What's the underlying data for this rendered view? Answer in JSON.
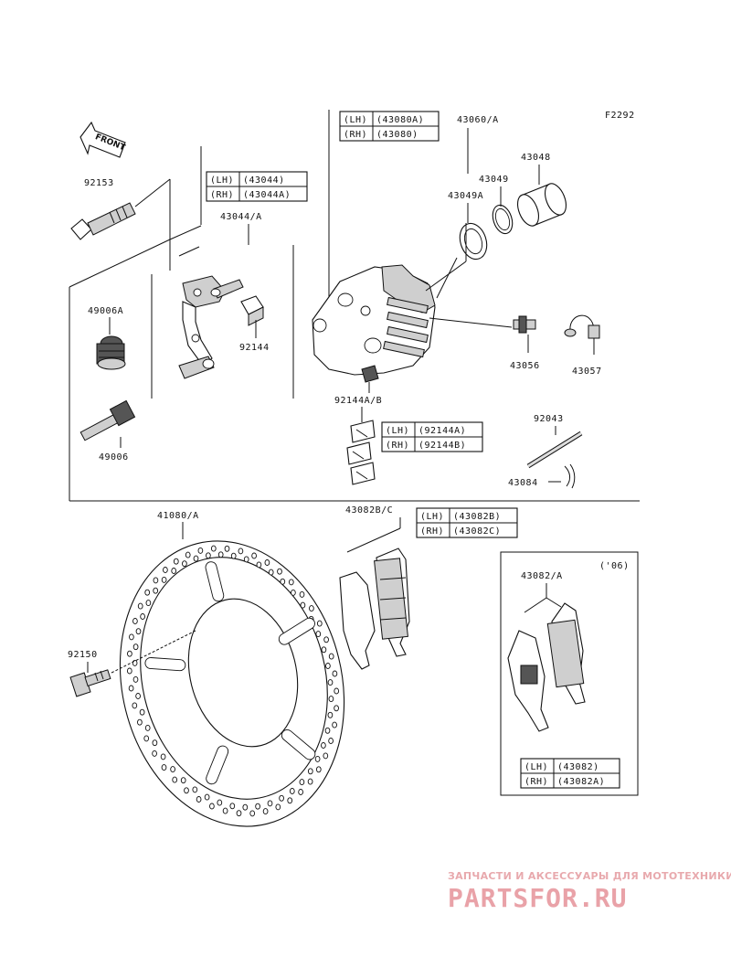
{
  "diagram_code": "F2292",
  "front_arrow_text": "FRONT",
  "callouts": {
    "p92153": "92153",
    "p43044": "43044/A",
    "p49006A": "49006A",
    "p92144": "92144",
    "p49006": "49006",
    "p43060": "43060/A",
    "p43048": "43048",
    "p43049": "43049",
    "p43049A": "43049A",
    "p43056": "43056",
    "p43057": "43057",
    "p92144AB": "92144A/B",
    "p92043": "92043",
    "p43084": "43084",
    "p41080": "41080/A",
    "p43082BC": "43082B/C",
    "p92150": "92150",
    "p43082A": "43082/A",
    "year_note": "('06)"
  },
  "tables": {
    "caliper": [
      [
        "(LH)",
        "(43080A)"
      ],
      [
        "(RH)",
        "(43080)"
      ]
    ],
    "holder": [
      [
        "(LH)",
        "(43044)"
      ],
      [
        "(RH)",
        "(43044A)"
      ]
    ],
    "bolt": [
      [
        "(LH)",
        "(92144A)"
      ],
      [
        "(RH)",
        "(92144B)"
      ]
    ],
    "pad": [
      [
        "(LH)",
        "(43082B)"
      ],
      [
        "(RH)",
        "(43082C)"
      ]
    ],
    "pad06": [
      [
        "(LH)",
        "(43082)"
      ],
      [
        "(RH)",
        "(43082A)"
      ]
    ]
  },
  "watermark": {
    "tagline": "ЗАПЧАСТИ И АКСЕССУАРЫ ДЛЯ МОТОТЕХНИКИ",
    "brand": "PARTSFOR.RU"
  }
}
